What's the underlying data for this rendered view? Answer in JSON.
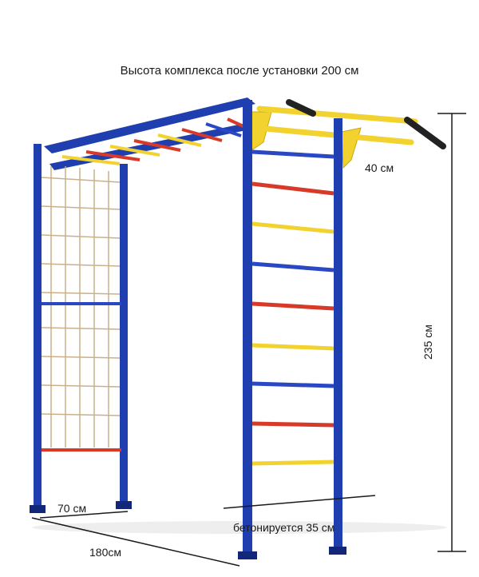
{
  "caption": "Высота комплекса после установки 200 см",
  "dimensions": {
    "top_bar": "40 см",
    "height": "235 см",
    "depth": "70 см",
    "width": "180см",
    "concrete": "бетонируется 35 см"
  },
  "colors": {
    "frame": "#1f3fb0",
    "frame_dark": "#12277a",
    "rung_yellow": "#f2d22e",
    "rung_red": "#d83a2a",
    "rung_blue": "#2a48c4",
    "net": "#c9b08a",
    "dimension_line": "#1a1a1a"
  }
}
